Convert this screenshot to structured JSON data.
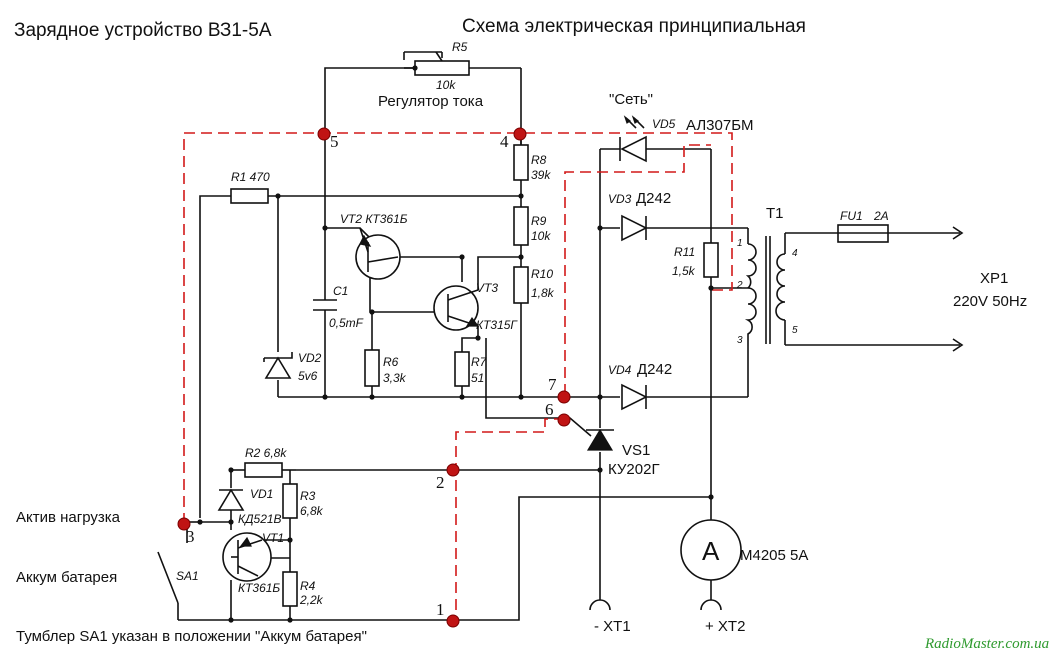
{
  "title_left": "Зарядное устройство ВЗ1-5А",
  "title_right": "Схема электрическая принципиальная",
  "note": "Тумблер SA1 указан в положении \"Аккум батарея\"",
  "watermark": "RadioMaster.com.ua",
  "labels": {
    "r5": "R5",
    "r5_val": "10k",
    "r5_caption": "Регулятор тока",
    "r1": "R1 470",
    "r8": "R8",
    "r8_val": "39k",
    "r9": "R9",
    "r9_val": "10k",
    "r10": "R10",
    "r10_val": "1,8k",
    "r11": "R11",
    "r11_val": "1,5k",
    "r6": "R6",
    "r6_val": "3,3k",
    "r7": "R7",
    "r7_val": "51",
    "r2": "R2 6,8k",
    "r3": "R3",
    "r3_val": "6,8k",
    "r4": "R4",
    "r4_val": "2,2k",
    "c1": "C1",
    "c1_val": "0,5mF",
    "vd2": "VD2",
    "vd2_val": "5v6",
    "vt2": "VT2 КТ361Б",
    "vt3": "VT3",
    "vt3_val": "КТ315Г",
    "vt1": "VT1",
    "vt1_val": "КТ361Б",
    "vd1": "VD1",
    "vd1_val": "КД521В",
    "set": "\"Сеть\"",
    "vd5": "VD5",
    "vd5_val": "АЛ307БМ",
    "vd3": "VD3",
    "vd3_val": "Д242",
    "vd4": "VD4",
    "vd4_val": "Д242",
    "vs1": "VS1",
    "vs1_val": "КУ202Г",
    "t1": "T1",
    "t1_pin1": "1",
    "t1_pin2": "2",
    "t1_pin3": "3",
    "t1_pin4": "4",
    "t1_pin5": "5",
    "fu1": "FU1",
    "fu1_val": "2A",
    "xp1": "XP1",
    "xp1_val": "220V 50Hz",
    "ammeter_symbol": "A",
    "ammeter_val": "М4205 5А",
    "xt1": "- XT1",
    "xt2": "+ XT2",
    "sa1": "SA1",
    "load_active": "Актив нагрузка",
    "battery": "Аккум батарея"
  },
  "nodes": {
    "n1": "1",
    "n2": "2",
    "n3": "3",
    "n4": "4",
    "n5": "5",
    "n6": "6",
    "n7": "7"
  },
  "colors": {
    "wire": "#111111",
    "highlight": "#d21919",
    "node": "#c01414",
    "watermark": "#2e9a2e"
  }
}
